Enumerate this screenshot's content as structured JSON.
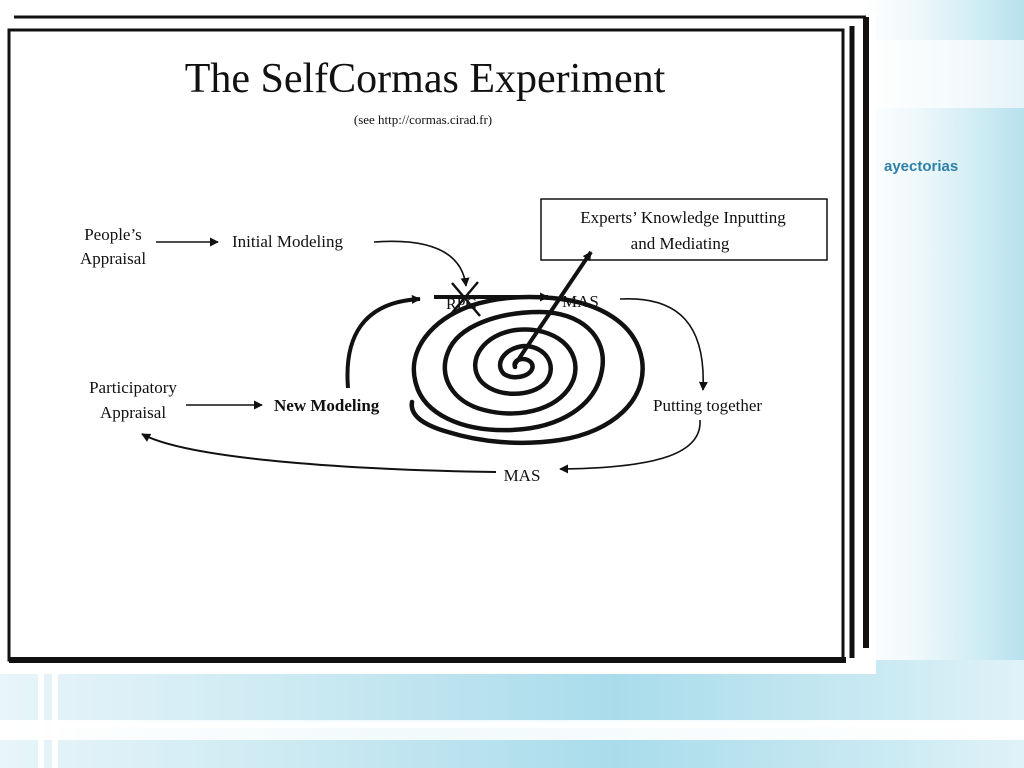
{
  "slide": {
    "title": "The SelfCormas Experiment",
    "subtitle": "(see http://cormas.cirad.fr)"
  },
  "corner_text": "ayectorias",
  "nodes": {
    "peoples_appraisal_line1": "People’s",
    "peoples_appraisal_line2": "Appraisal",
    "initial_modeling": "Initial Modeling",
    "experts_line1": "Experts’ Knowledge Inputting",
    "experts_line2": "and Mediating",
    "rpg": "RPG",
    "mas_top": "MAS",
    "participatory_line1": "Participatory",
    "participatory_line2": "Appraisal",
    "new_modeling": "New Modeling",
    "putting_together": "Putting together",
    "mas_bottom": "MAS"
  },
  "colors": {
    "accent_text": "#2f80a8",
    "ink": "#111111",
    "band_blue": "#a9dceb"
  }
}
